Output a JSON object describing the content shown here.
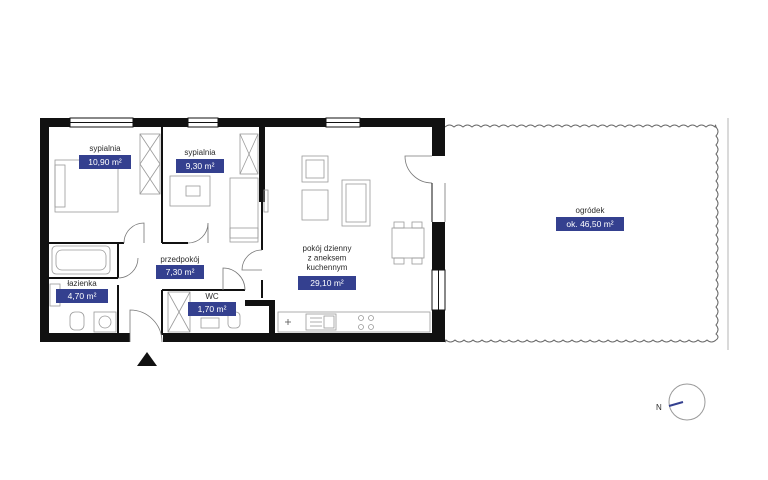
{
  "colors": {
    "wall": "#111111",
    "badge": "#34408f",
    "badge_text": "#ffffff",
    "fixture": "#9a9a9a",
    "garden_edge": "#6a6a6a",
    "compass_ring": "#9a9a9a",
    "compass_needle": "#34408f"
  },
  "rooms": [
    {
      "id": "sypialnia-1",
      "name_lines": [
        "sypialnia"
      ],
      "area": "10,90 m²"
    },
    {
      "id": "sypialnia-2",
      "name_lines": [
        "sypialnia"
      ],
      "area": "9,30 m²"
    },
    {
      "id": "pokoj-dzienny",
      "name_lines": [
        "pokój dzienny",
        "z aneksem",
        "kuchennym"
      ],
      "area": "29,10 m²"
    },
    {
      "id": "przedpokoj",
      "name_lines": [
        "przedpokój"
      ],
      "area": "7,30 m²"
    },
    {
      "id": "lazienka",
      "name_lines": [
        "łazienka"
      ],
      "area": "4,70 m²"
    },
    {
      "id": "wc",
      "name_lines": [
        "WC"
      ],
      "area": "1,70 m²"
    },
    {
      "id": "ogrodek",
      "name_lines": [
        "ogródek"
      ],
      "area": "ok. 46,50 m²"
    }
  ],
  "compass": {
    "label": "N",
    "icon": "compass-icon"
  },
  "entrance": {
    "icon": "entrance-arrow-icon"
  }
}
